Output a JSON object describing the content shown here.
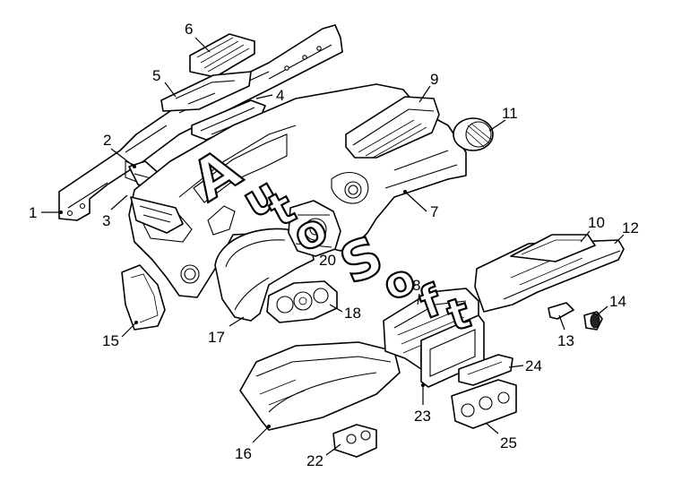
{
  "callouts": {
    "c1": "1",
    "c2": "2",
    "c3": "3",
    "c4": "4",
    "c5": "5",
    "c6": "6",
    "c7": "7",
    "c8": "8",
    "c9": "9",
    "c10": "10",
    "c11": "11",
    "c12": "12",
    "c13": "13",
    "c14": "14",
    "c15": "15",
    "c16": "16",
    "c17": "17",
    "c20": "20",
    "c18": "18",
    "c22": "22",
    "c23": "23",
    "c24": "24",
    "c25": "25"
  },
  "watermark": {
    "l1": "A",
    "l2": "u",
    "l3": "t",
    "l4": "o",
    "l5": "S",
    "l6": "o",
    "l7": "f",
    "l8": "t"
  },
  "colors": {
    "line": "#000000",
    "background": "#ffffff"
  }
}
